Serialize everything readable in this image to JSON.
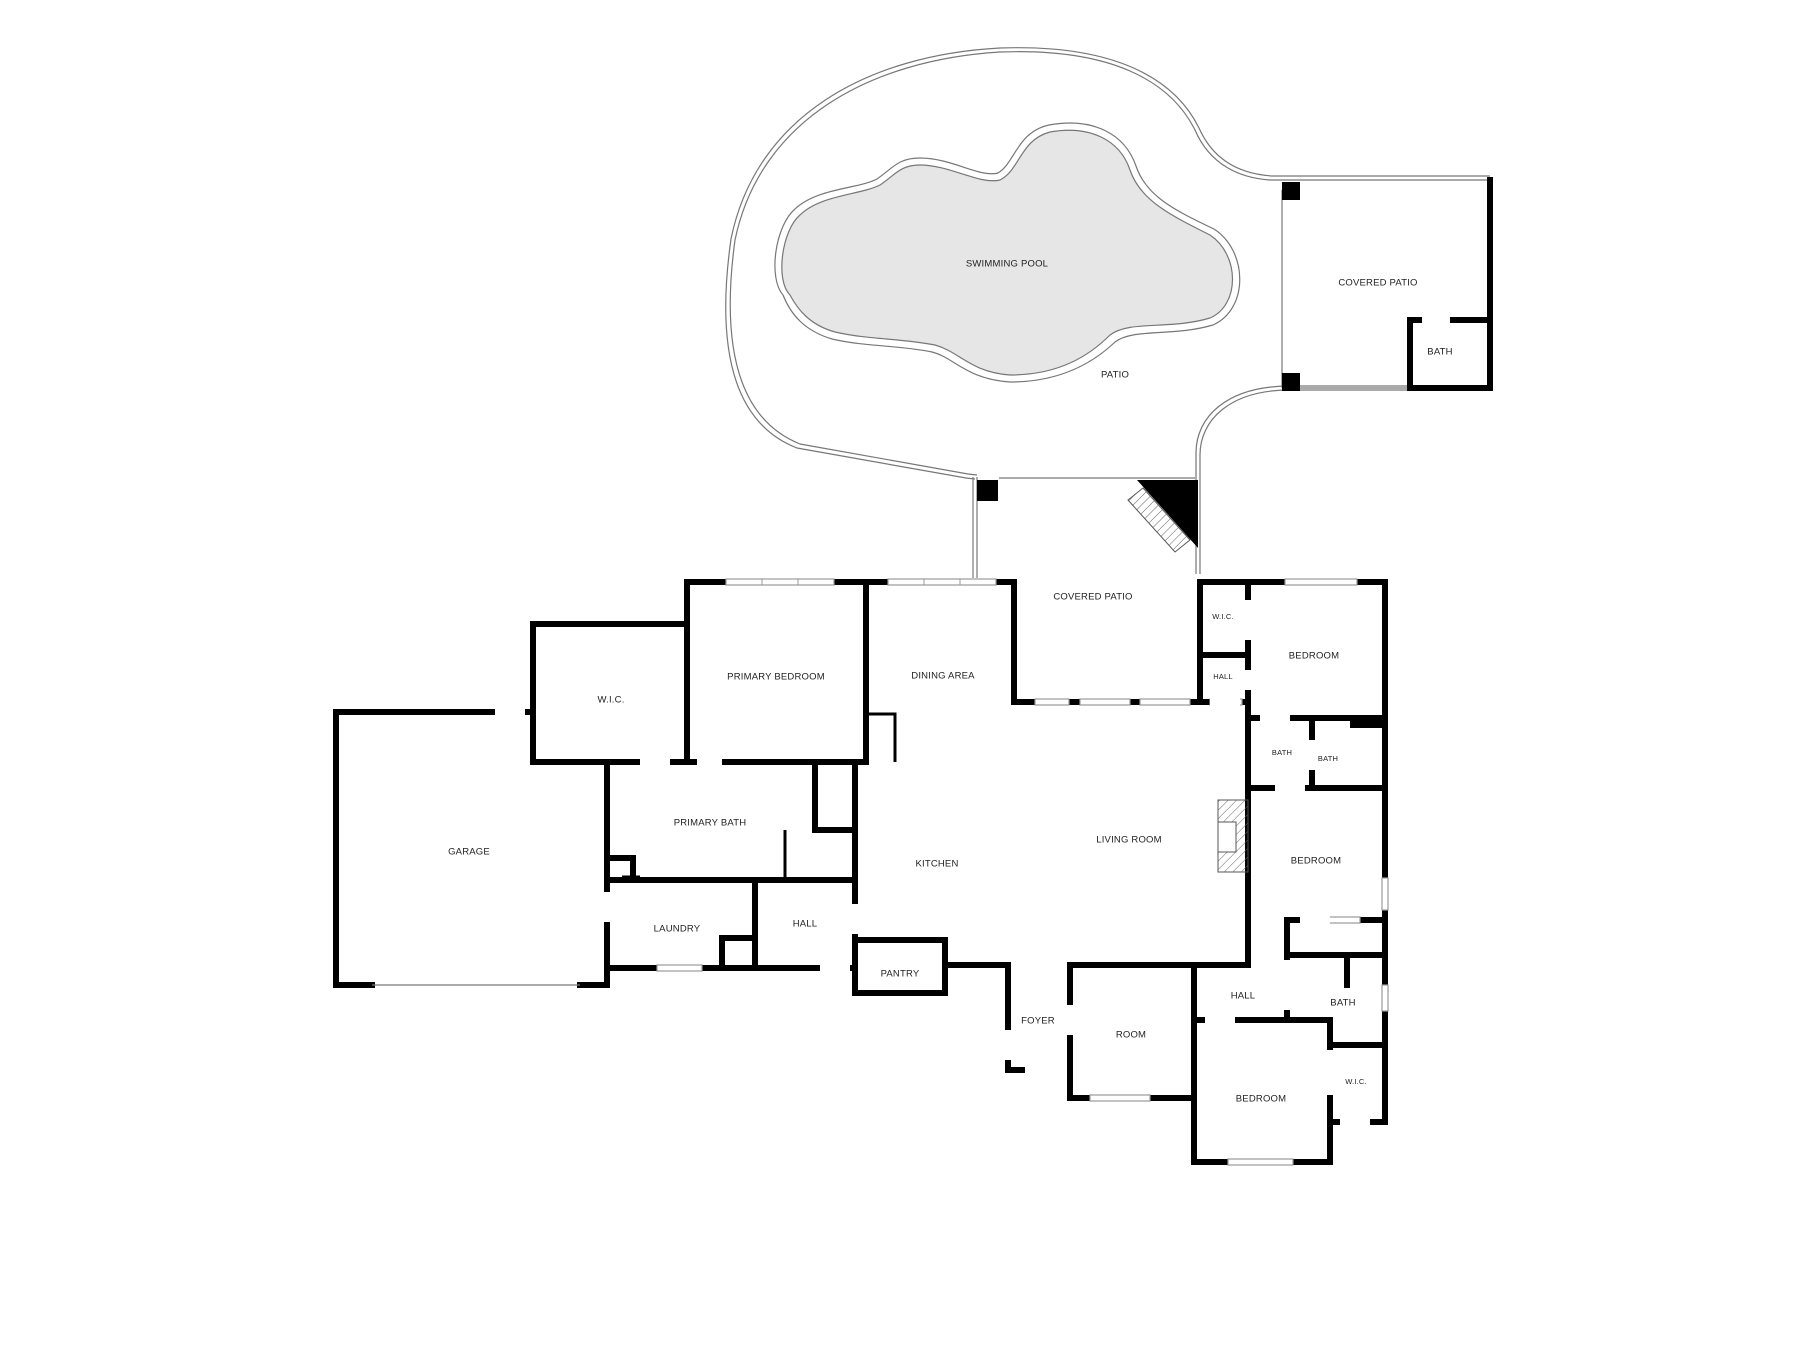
{
  "rooms": {
    "swimming_pool": "SWIMMING POOL",
    "patio": "PATIO",
    "covered_patio_east": "COVERED PATIO",
    "bath_patio": "BATH",
    "covered_patio_center": "COVERED PATIO",
    "wic_primary": "W.I.C.",
    "primary_bedroom": "PRIMARY BEDROOM",
    "dining_area": "DINING AREA",
    "wic_east": "W.I.C.",
    "hall_east": "HALL",
    "bedroom_ne": "BEDROOM",
    "bath_east_1": "BATH",
    "bath_east_2": "BATH",
    "garage": "GARAGE",
    "primary_bath": "PRIMARY BATH",
    "kitchen": "KITCHEN",
    "living_room": "LIVING ROOM",
    "bedroom_east": "BEDROOM",
    "laundry": "LAUNDRY",
    "hall_west": "HALL",
    "pantry": "PANTRY",
    "hall_south": "HALL",
    "bath_se": "BATH",
    "foyer": "FOYER",
    "room": "ROOM",
    "bedroom_se": "BEDROOM",
    "wic_se": "W.I.C."
  }
}
